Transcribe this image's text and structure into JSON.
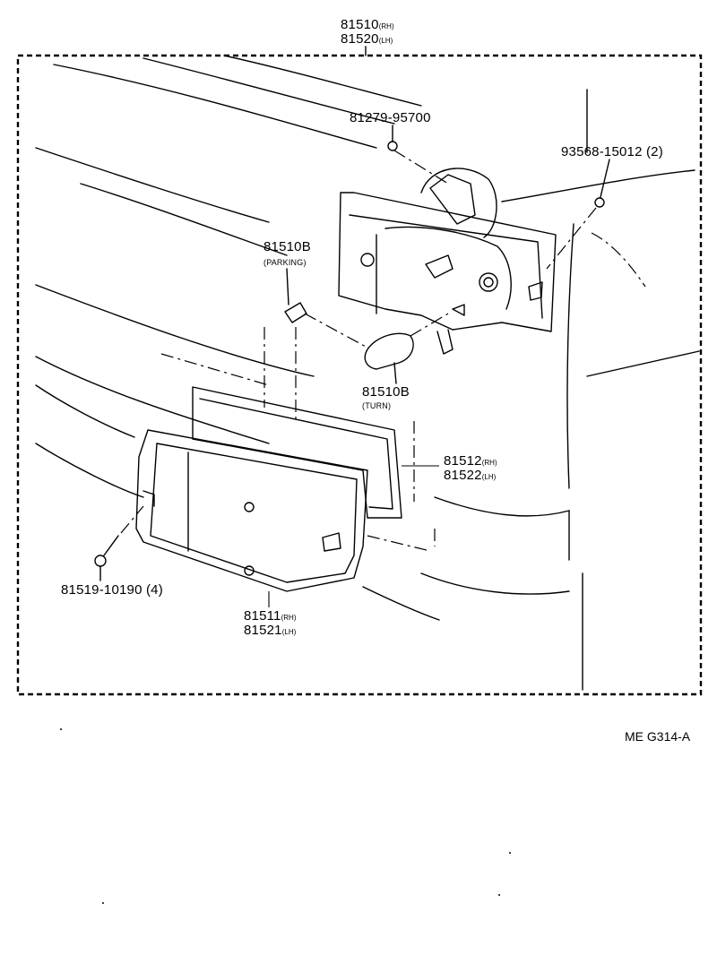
{
  "labels": {
    "assembly_rh": "81510",
    "assembly_rh_side": "(RH)",
    "assembly_lh": "81520",
    "assembly_lh_side": "(LH)",
    "screw_top": "81279-95700",
    "bolt_right": "93568-15012 (2)",
    "bulb_parking": "81510B",
    "bulb_parking_note": "(PARKING)",
    "bulb_turn": "81510B",
    "bulb_turn_note": "(TURN)",
    "gasket_rh": "81512",
    "gasket_rh_side": "(RH)",
    "gasket_lh": "81522",
    "gasket_lh_side": "(LH)",
    "screw_lens": "81519-10190 (4)",
    "lens_rh": "81511",
    "lens_rh_side": "(RH)",
    "lens_lh": "81521",
    "lens_lh_side": "(LH)"
  },
  "diagram_ref": "ME  G314-A"
}
